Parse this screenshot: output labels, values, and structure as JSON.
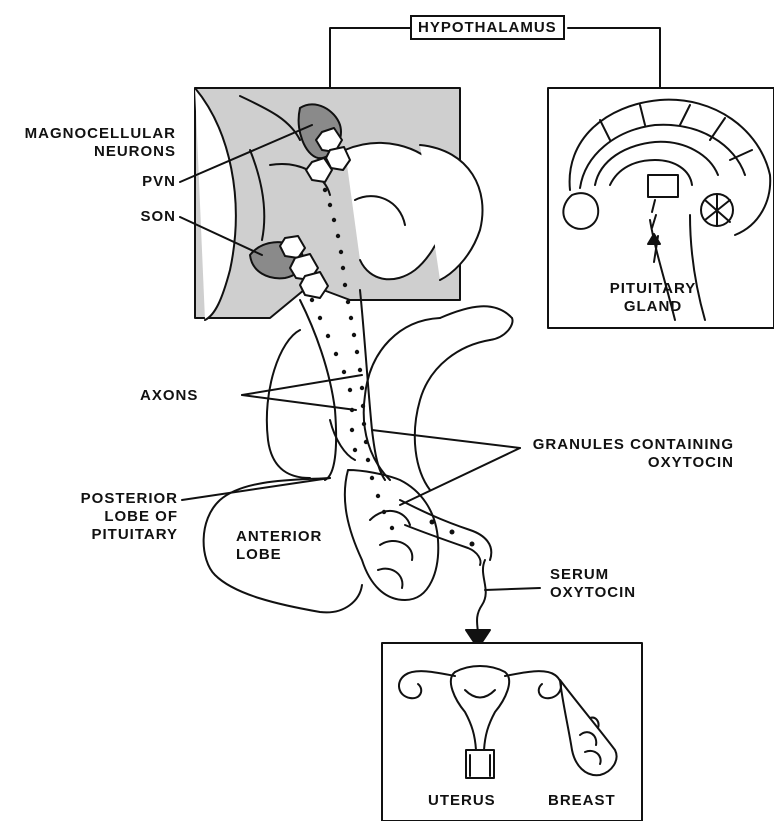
{
  "labels": {
    "hypothalamus": "HYPOTHALAMUS",
    "magnocellular_line1": "MAGNOCELLULAR",
    "magnocellular_line2": "NEURONS",
    "pvn": "PVN",
    "son": "SON",
    "pituitary_line1": "PITUITARY",
    "pituitary_line2": "GLAND",
    "axons": "AXONS",
    "granules_line1": "GRANULES CONTAINING",
    "granules_line2": "OXYTOCIN",
    "posterior_line1": "POSTERIOR",
    "posterior_line2": "LOBE OF",
    "posterior_line3": "PITUITARY",
    "anterior_line1": "ANTERIOR",
    "anterior_line2": "LOBE",
    "serum_line1": "SERUM",
    "serum_line2": "OXYTOCIN",
    "uterus": "UTERUS",
    "breast": "BREAST"
  },
  "colors": {
    "ink": "#111111",
    "hypothalamus_shade": "#cfcfcf",
    "neuron_fill": "#8a8a8a"
  }
}
